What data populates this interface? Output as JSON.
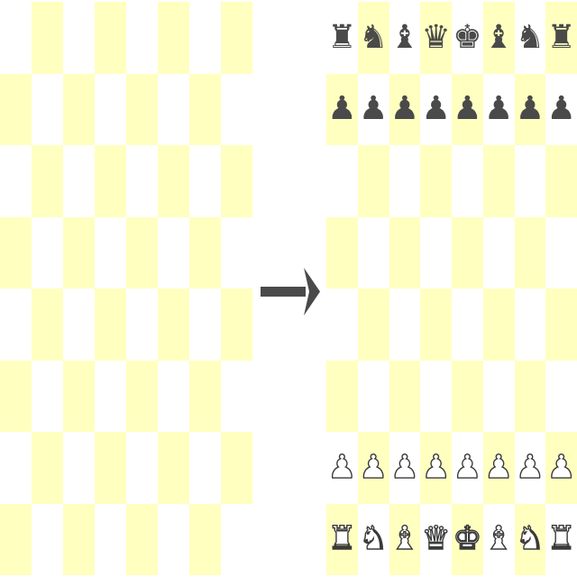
{
  "colors": {
    "light_square": "#ffffff",
    "dark_square": "#ffffc0",
    "black_piece": "#4a4a4a",
    "white_piece_outline": "#3a3a3a",
    "arrow": "#4a4a4a"
  },
  "left_board": {
    "rows": [
      [
        "",
        "",
        "",
        "",
        "",
        "",
        "",
        ""
      ],
      [
        "",
        "",
        "",
        "",
        "",
        "",
        "",
        ""
      ],
      [
        "",
        "",
        "",
        "",
        "",
        "",
        "",
        ""
      ],
      [
        "",
        "",
        "",
        "",
        "",
        "",
        "",
        ""
      ],
      [
        "",
        "",
        "",
        "",
        "",
        "",
        "",
        ""
      ],
      [
        "",
        "",
        "",
        "",
        "",
        "",
        "",
        ""
      ],
      [
        "",
        "",
        "",
        "",
        "",
        "",
        "",
        ""
      ],
      [
        "",
        "",
        "",
        "",
        "",
        "",
        "",
        ""
      ]
    ]
  },
  "arrow": {
    "icon": "right-arrow-icon"
  },
  "right_board": {
    "rows": [
      [
        "br",
        "bn",
        "bb",
        "bq",
        "bk",
        "bb",
        "bn",
        "br"
      ],
      [
        "bp",
        "bp",
        "bp",
        "bp",
        "bp",
        "bp",
        "bp",
        "bp"
      ],
      [
        "",
        "",
        "",
        "",
        "",
        "",
        "",
        ""
      ],
      [
        "",
        "",
        "",
        "",
        "",
        "",
        "",
        ""
      ],
      [
        "",
        "",
        "",
        "",
        "",
        "",
        "",
        ""
      ],
      [
        "",
        "",
        "",
        "",
        "",
        "",
        "",
        ""
      ],
      [
        "wp",
        "wp",
        "wp",
        "wp",
        "wp",
        "wp",
        "wp",
        "wp"
      ],
      [
        "wr",
        "wn",
        "wb",
        "wq",
        "wk",
        "wb",
        "wn",
        "wr"
      ]
    ]
  }
}
